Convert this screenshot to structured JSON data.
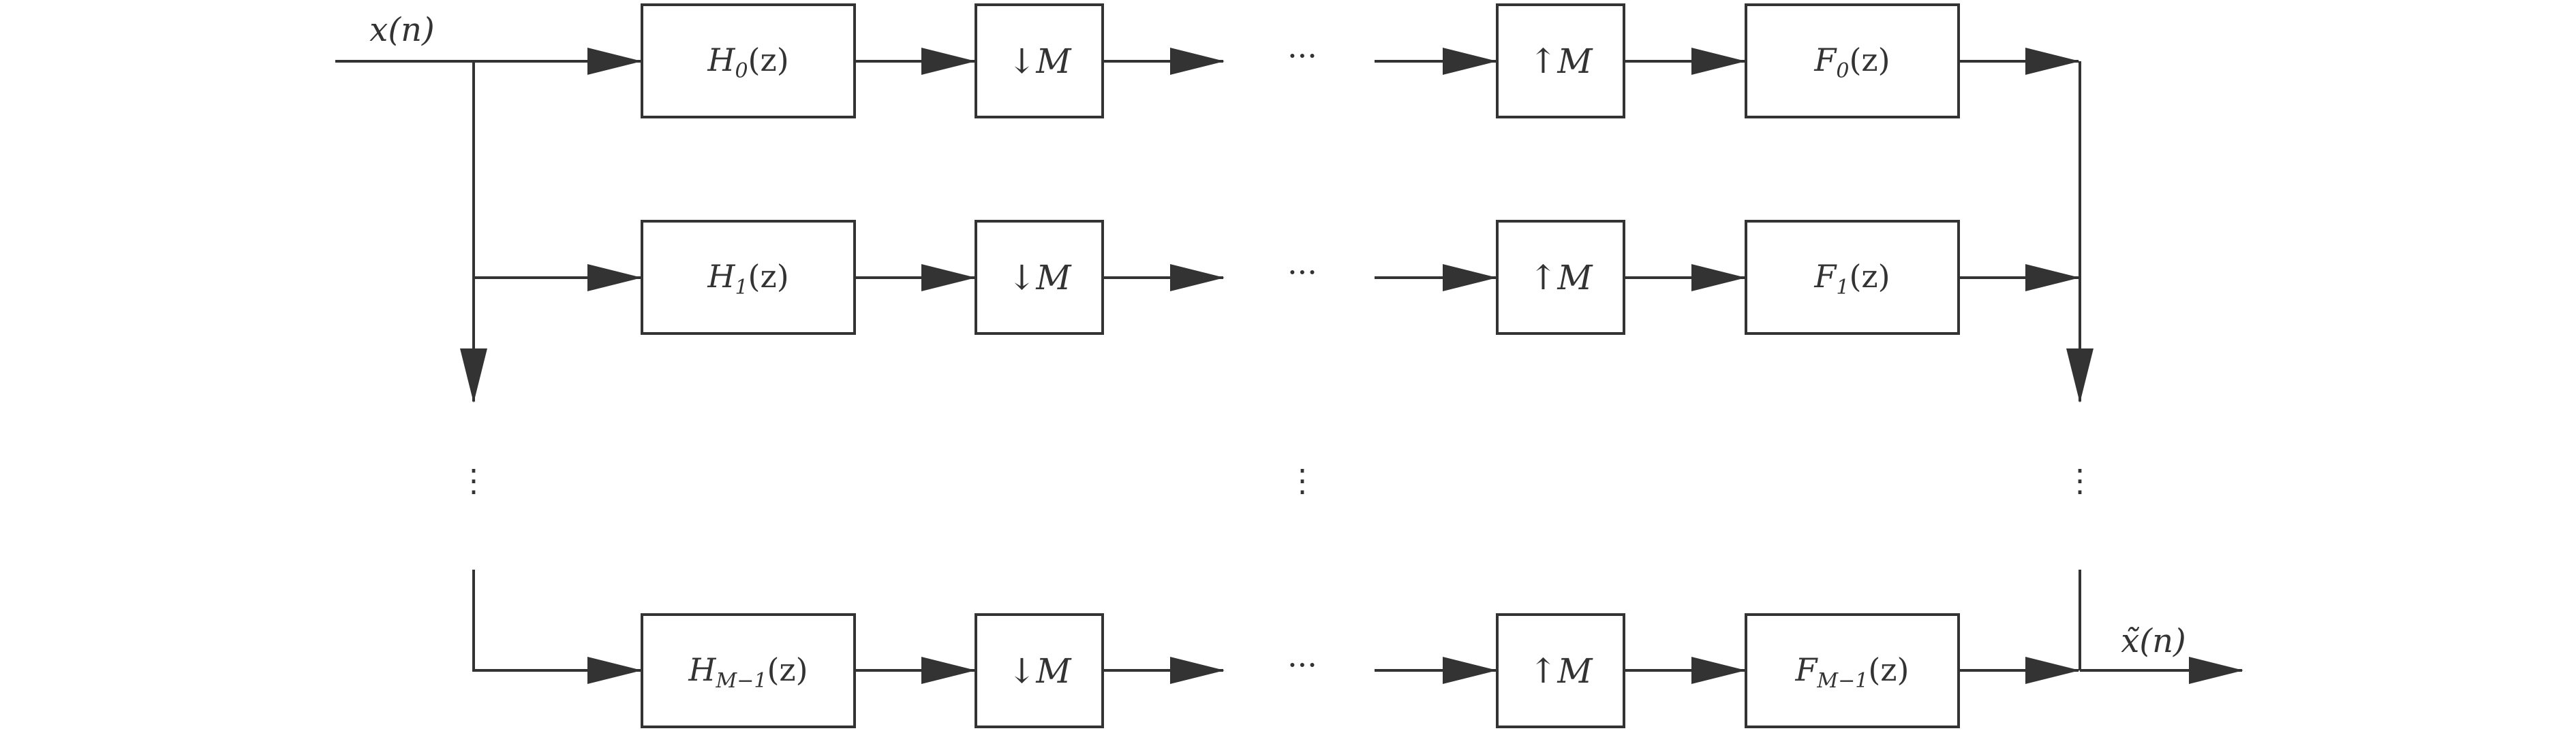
{
  "input_signal": "x(n)",
  "output_signal": "x̃(n)",
  "ellipsis_horizontal": "···",
  "ellipsis_vertical": "⋮",
  "channels": [
    {
      "analysis_filter": {
        "base": "H",
        "index": "0",
        "arg": "(z)"
      },
      "downsampler": {
        "arrow": "↓",
        "factor": "M"
      },
      "upsampler": {
        "arrow": "↑",
        "factor": "M"
      },
      "synthesis_filter": {
        "base": "F",
        "index": "0",
        "arg": "(z)"
      }
    },
    {
      "analysis_filter": {
        "base": "H",
        "index": "1",
        "arg": "(z)"
      },
      "downsampler": {
        "arrow": "↓",
        "factor": "M"
      },
      "upsampler": {
        "arrow": "↑",
        "factor": "M"
      },
      "synthesis_filter": {
        "base": "F",
        "index": "1",
        "arg": "(z)"
      }
    },
    {
      "analysis_filter": {
        "base": "H",
        "index": "M−1",
        "arg": "(z)"
      },
      "downsampler": {
        "arrow": "↓",
        "factor": "M"
      },
      "upsampler": {
        "arrow": "↑",
        "factor": "M"
      },
      "synthesis_filter": {
        "base": "F",
        "index": "M−1",
        "arg": "(z)"
      }
    }
  ],
  "colors": {
    "stroke": "#333333",
    "background": "#ffffff"
  }
}
